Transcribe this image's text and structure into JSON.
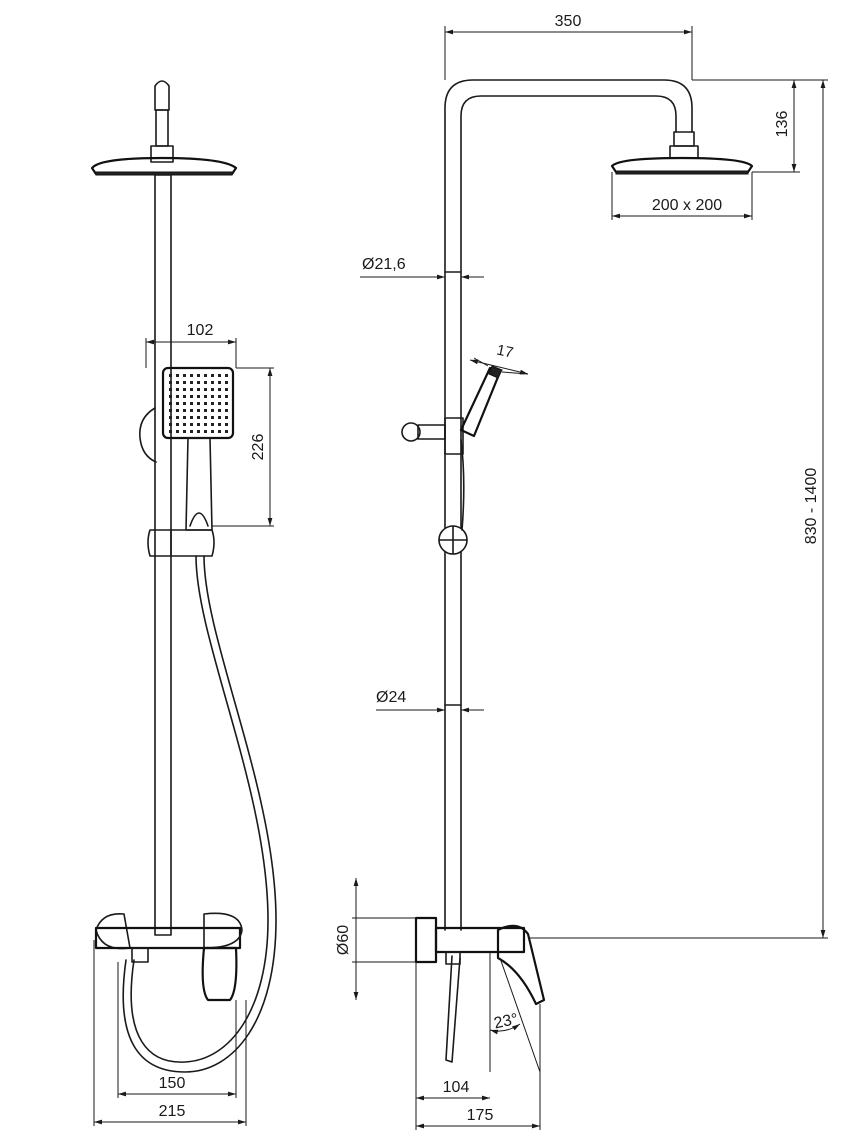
{
  "dimensions": {
    "top_width": "350",
    "head_drop": "136",
    "head_size": "200 x 200",
    "upper_pipe_diameter": "Ø21,6",
    "handshower_width": "102",
    "handshower_height": "226",
    "handshower_depth": "17",
    "height_range": "830 - 1400",
    "lower_pipe_diameter": "Ø24",
    "mixer_diameter": "Ø60",
    "lever_angle": "23°",
    "front_inner_width": "150",
    "front_outer_width": "215",
    "side_width_short": "104",
    "side_width_long": "175"
  }
}
